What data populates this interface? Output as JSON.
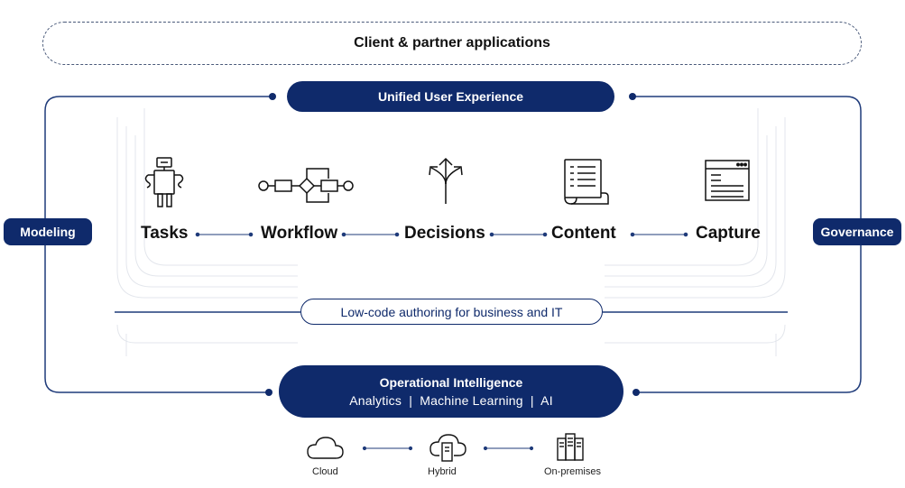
{
  "client_apps": {
    "label": "Client & partner applications"
  },
  "unified_ux": {
    "label": "Unified User Experience"
  },
  "side_pills": {
    "modeling": "Modeling",
    "governance": "Governance"
  },
  "stages": [
    {
      "label": "Tasks",
      "icon": "robot-icon"
    },
    {
      "label": "Workflow",
      "icon": "workflow-icon"
    },
    {
      "label": "Decisions",
      "icon": "decision-arrows-icon"
    },
    {
      "label": "Content",
      "icon": "document-icon"
    },
    {
      "label": "Capture",
      "icon": "browser-window-icon"
    }
  ],
  "low_code": {
    "label": "Low-code authoring for business and IT"
  },
  "operational_intelligence": {
    "title": "Operational Intelligence",
    "subtitle": "Analytics  |  Machine Learning  |  AI"
  },
  "deployment": [
    {
      "label": "Cloud",
      "icon": "cloud-icon"
    },
    {
      "label": "Hybrid",
      "icon": "hybrid-cloud-icon"
    },
    {
      "label": "On-premises",
      "icon": "server-icon"
    }
  ],
  "colors": {
    "accent": "#0f2a6b",
    "connector": "#1f3b7a",
    "text": "#111111"
  }
}
